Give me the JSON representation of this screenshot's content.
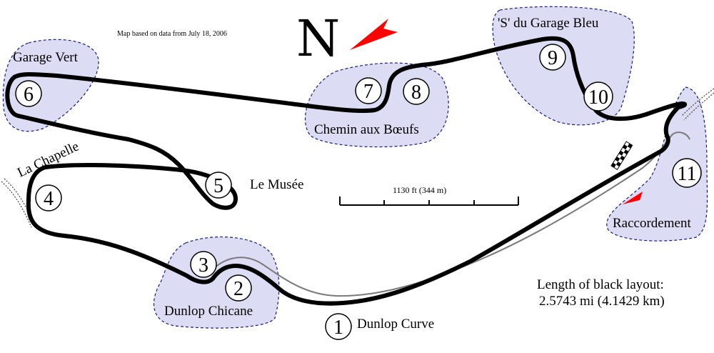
{
  "header": {
    "map_note": "Map based on data from July 18, 2006",
    "north_label": "N"
  },
  "corners": [
    {
      "number": "1",
      "name": "Dunlop Curve"
    },
    {
      "number": "2",
      "name": "Dunlop Chicane"
    },
    {
      "number": "3",
      "name": ""
    },
    {
      "number": "4",
      "name": "La Chapelle"
    },
    {
      "number": "5",
      "name": "Le Musée"
    },
    {
      "number": "6",
      "name": "Garage Vert"
    },
    {
      "number": "7",
      "name": "Chemin aux Bœufs"
    },
    {
      "number": "8",
      "name": ""
    },
    {
      "number": "9",
      "name": "'S' du Garage Bleu"
    },
    {
      "number": "10",
      "name": ""
    },
    {
      "number": "11",
      "name": "Raccordement"
    }
  ],
  "scale": {
    "label": "1130 ft (344 m)"
  },
  "length": {
    "line1": "Length of black layout:",
    "line2": "2.5743 mi (4.1429 km)"
  },
  "colors": {
    "zone_fill": "#dcdcf4",
    "zone_stroke": "#1a1a80",
    "track": "#000000",
    "alt_track": "#7a7a7a",
    "arrow": "#ff0000"
  }
}
